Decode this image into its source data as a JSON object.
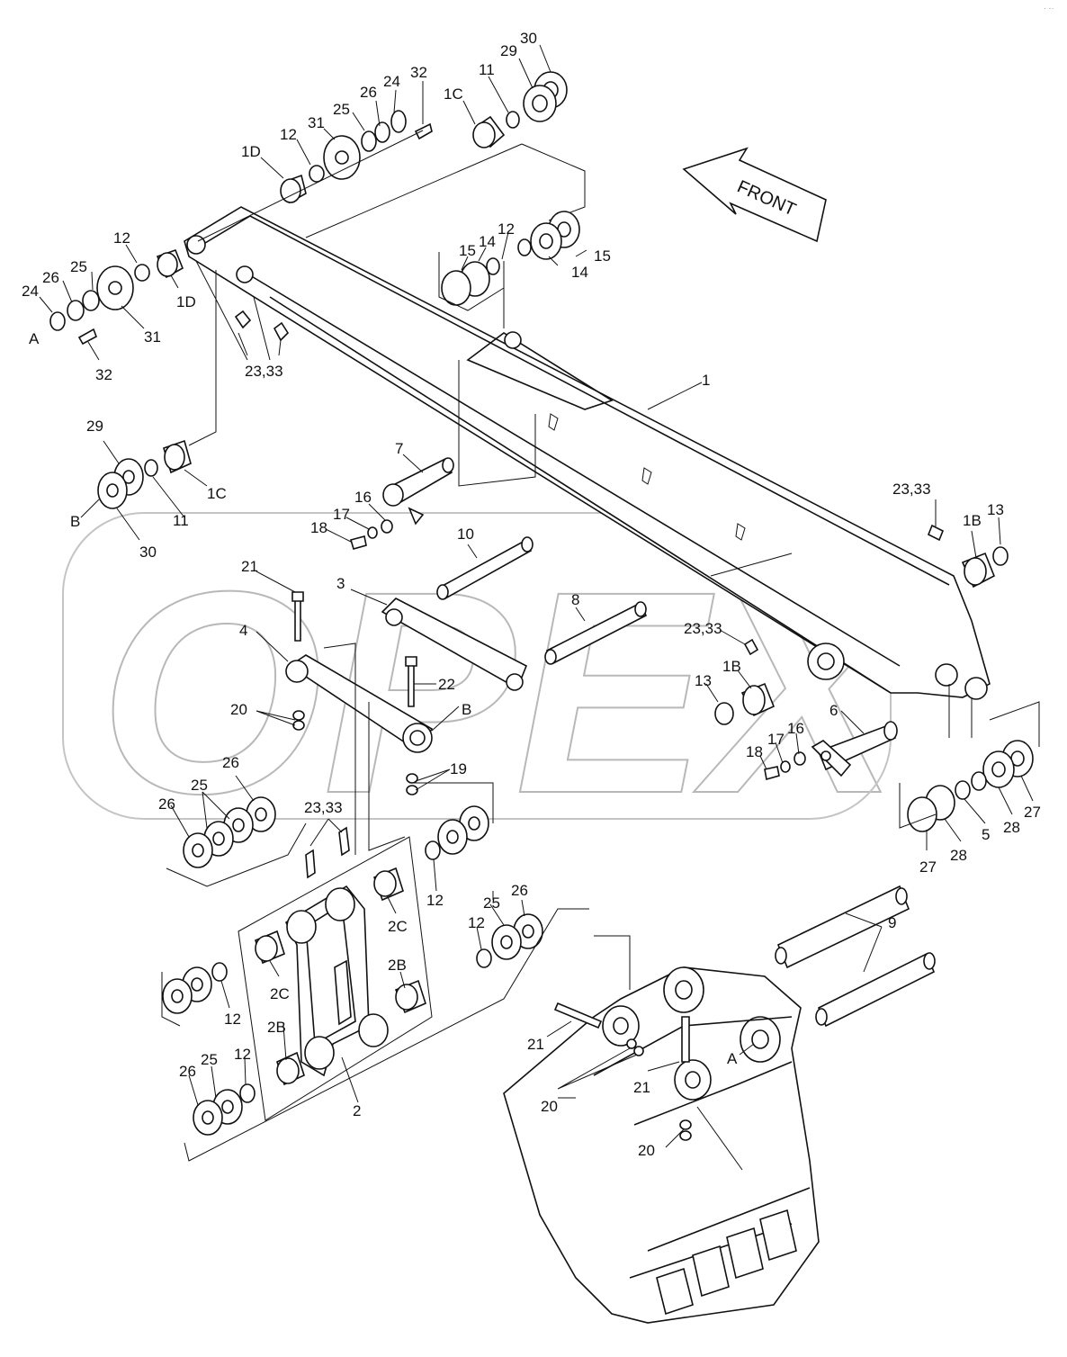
{
  "watermark": "OPEX",
  "front_arrow_label": "FRONT",
  "corner_mark": "· ··",
  "labels": [
    {
      "id": "l30a",
      "text": "30"
    },
    {
      "id": "l29a",
      "text": "29"
    },
    {
      "id": "l11a",
      "text": "11"
    },
    {
      "id": "l1Ca",
      "text": "1C"
    },
    {
      "id": "l32a",
      "text": "32"
    },
    {
      "id": "l24a",
      "text": "24"
    },
    {
      "id": "l26a",
      "text": "26"
    },
    {
      "id": "l25a",
      "text": "25"
    },
    {
      "id": "l31a",
      "text": "31"
    },
    {
      "id": "l12a",
      "text": "12"
    },
    {
      "id": "l1Da",
      "text": "1D"
    },
    {
      "id": "l12b",
      "text": "12"
    },
    {
      "id": "l15a",
      "text": "15"
    },
    {
      "id": "l14a",
      "text": "14"
    },
    {
      "id": "l15b",
      "text": "15"
    },
    {
      "id": "l14b",
      "text": "14"
    },
    {
      "id": "l12c",
      "text": "12"
    },
    {
      "id": "l26b",
      "text": "26"
    },
    {
      "id": "l25b",
      "text": "25"
    },
    {
      "id": "l24b",
      "text": "24"
    },
    {
      "id": "lA1",
      "text": "A"
    },
    {
      "id": "l31b",
      "text": "31"
    },
    {
      "id": "l32b",
      "text": "32"
    },
    {
      "id": "l1Db",
      "text": "1D"
    },
    {
      "id": "l2333a",
      "text": "23,33"
    },
    {
      "id": "l1",
      "text": "1"
    },
    {
      "id": "l29b",
      "text": "29"
    },
    {
      "id": "lB1",
      "text": "B"
    },
    {
      "id": "l30b",
      "text": "30"
    },
    {
      "id": "l11b",
      "text": "11"
    },
    {
      "id": "l1Cb",
      "text": "1C"
    },
    {
      "id": "l7",
      "text": "7"
    },
    {
      "id": "l16a",
      "text": "16"
    },
    {
      "id": "l17a",
      "text": "17"
    },
    {
      "id": "l18a",
      "text": "18"
    },
    {
      "id": "l10",
      "text": "10"
    },
    {
      "id": "l3",
      "text": "3"
    },
    {
      "id": "l21a",
      "text": "21"
    },
    {
      "id": "l4",
      "text": "4"
    },
    {
      "id": "l8",
      "text": "8"
    },
    {
      "id": "l22",
      "text": "22"
    },
    {
      "id": "l20a",
      "text": "20"
    },
    {
      "id": "lB2",
      "text": "B"
    },
    {
      "id": "l19",
      "text": "19"
    },
    {
      "id": "l2333b",
      "text": "23,33"
    },
    {
      "id": "l1Ba",
      "text": "1B"
    },
    {
      "id": "l13a",
      "text": "13"
    },
    {
      "id": "l2333c",
      "text": "23,33"
    },
    {
      "id": "l13b",
      "text": "13"
    },
    {
      "id": "l1Bb",
      "text": "1B"
    },
    {
      "id": "l6",
      "text": "6"
    },
    {
      "id": "l16b",
      "text": "16"
    },
    {
      "id": "l17b",
      "text": "17"
    },
    {
      "id": "l18b",
      "text": "18"
    },
    {
      "id": "l27a",
      "text": "27"
    },
    {
      "id": "l28a",
      "text": "28"
    },
    {
      "id": "l5",
      "text": "5"
    },
    {
      "id": "l28b",
      "text": "28"
    },
    {
      "id": "l27b",
      "text": "27"
    },
    {
      "id": "l26c",
      "text": "26"
    },
    {
      "id": "l25c",
      "text": "25"
    },
    {
      "id": "l26d",
      "text": "26"
    },
    {
      "id": "l2333d",
      "text": "23,33"
    },
    {
      "id": "l12d",
      "text": "12"
    },
    {
      "id": "l2Ca",
      "text": "2C"
    },
    {
      "id": "l25d",
      "text": "25"
    },
    {
      "id": "l26e",
      "text": "26"
    },
    {
      "id": "l12e",
      "text": "12"
    },
    {
      "id": "l2Ba",
      "text": "2B"
    },
    {
      "id": "l2Cb",
      "text": "2C"
    },
    {
      "id": "l12f",
      "text": "12"
    },
    {
      "id": "l2Bb",
      "text": "2B"
    },
    {
      "id": "l12g",
      "text": "12"
    },
    {
      "id": "l25e",
      "text": "25"
    },
    {
      "id": "l26f",
      "text": "26"
    },
    {
      "id": "l2",
      "text": "2"
    },
    {
      "id": "l9",
      "text": "9"
    },
    {
      "id": "l21b",
      "text": "21"
    },
    {
      "id": "lA2",
      "text": "A"
    },
    {
      "id": "l21c",
      "text": "21"
    },
    {
      "id": "l20b",
      "text": "20"
    },
    {
      "id": "l20c",
      "text": "20"
    }
  ]
}
